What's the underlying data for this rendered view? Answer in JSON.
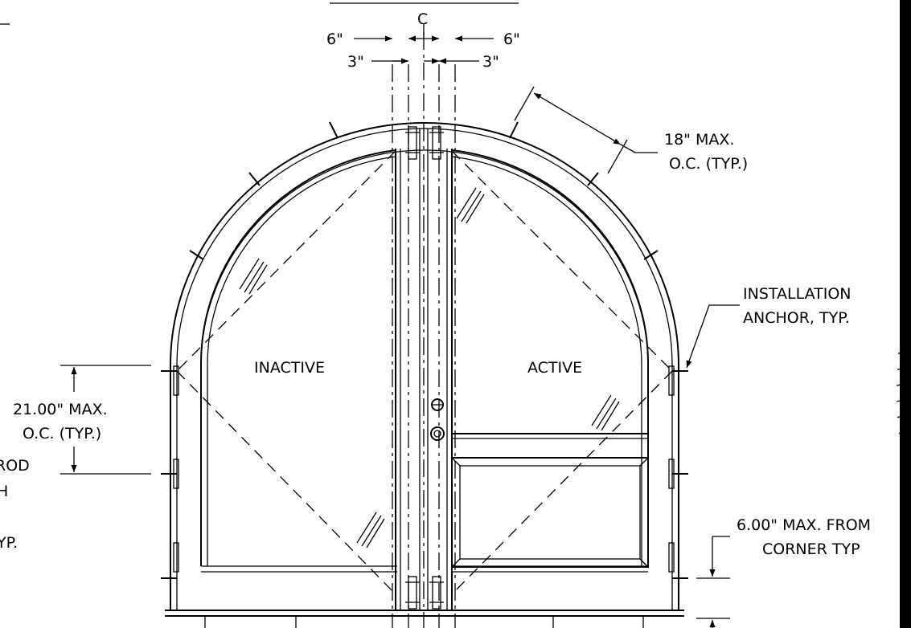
{
  "labels": {
    "centerline": "C",
    "dim_6_left": "6\"",
    "dim_6_right": "6\"",
    "dim_3_left": "3\"",
    "dim_3_right": "3\"",
    "spacing_18_line1": "18\" MAX.",
    "spacing_18_line2": "O.C. (TYP.)",
    "anchor_line1": "INSTALLATION",
    "anchor_line2": "ANCHOR, TYP.",
    "spacing_21_line1": "21.00\" MAX.",
    "spacing_21_line2": "O.C. (TYP.)",
    "partial_rod": "ROD",
    "partial_h": "H",
    "partial_typ": "YP.",
    "inactive": "INACTIVE",
    "active": "ACTIVE",
    "corner_line1": "6.00\" MAX. FROM",
    "corner_line2": "CORNER TYP"
  }
}
